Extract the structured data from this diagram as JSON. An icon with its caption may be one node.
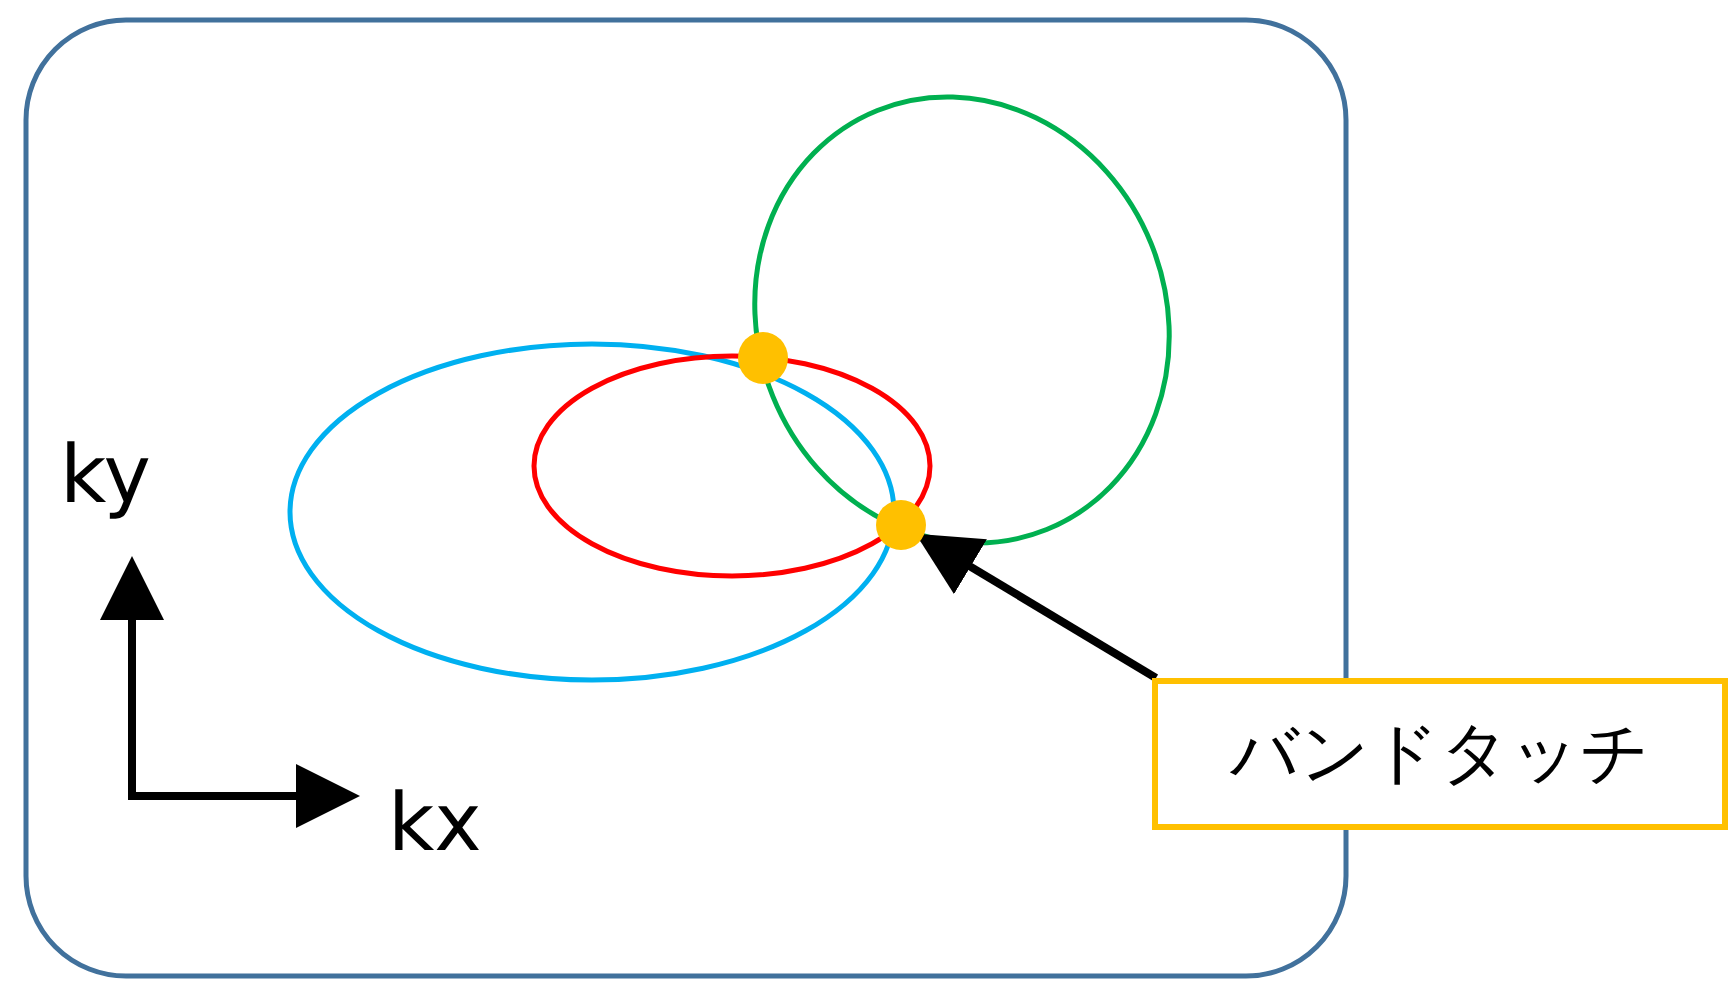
{
  "diagram": {
    "nodes": [
      {
        "text": [],
        "shape": "circle"
      },
      {
        "text": [],
        "shape": "circle"
      },
      {
        "text": [
          "バンドタッチ"
        ]
      }
    ],
    "edges": [
      {
        "from": 2,
        "to": 1,
        "arrow": "to"
      }
    ],
    "labels": [
      "ky",
      "kx"
    ]
  }
}
